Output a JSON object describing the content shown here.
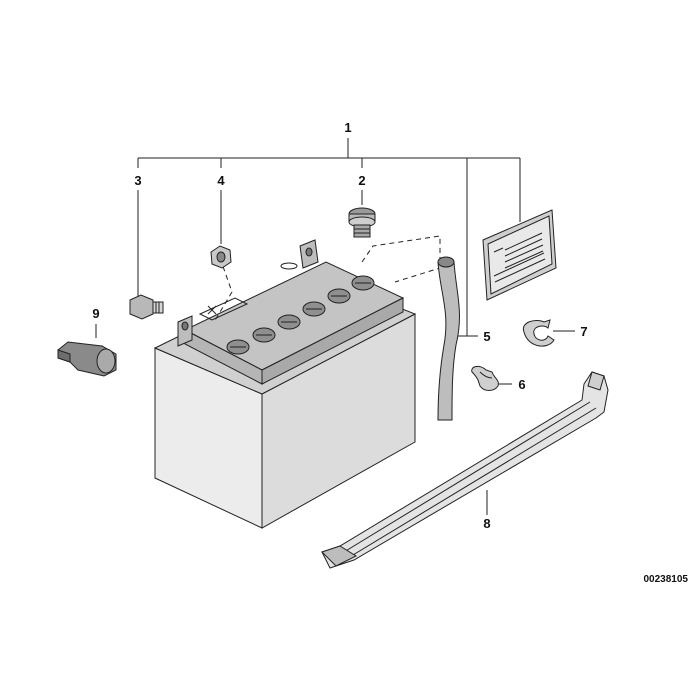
{
  "callouts": {
    "c1": "1",
    "c2": "2",
    "c3": "3",
    "c4": "4",
    "c5": "5",
    "c6": "6",
    "c7": "7",
    "c8": "8",
    "c9": "9"
  },
  "document_number": "00238105",
  "colors": {
    "line": "#222222",
    "part_fill_light": "#e6e6e6",
    "part_fill_mid": "#cfcfcf",
    "part_fill_dark": "#9a9a9a"
  }
}
